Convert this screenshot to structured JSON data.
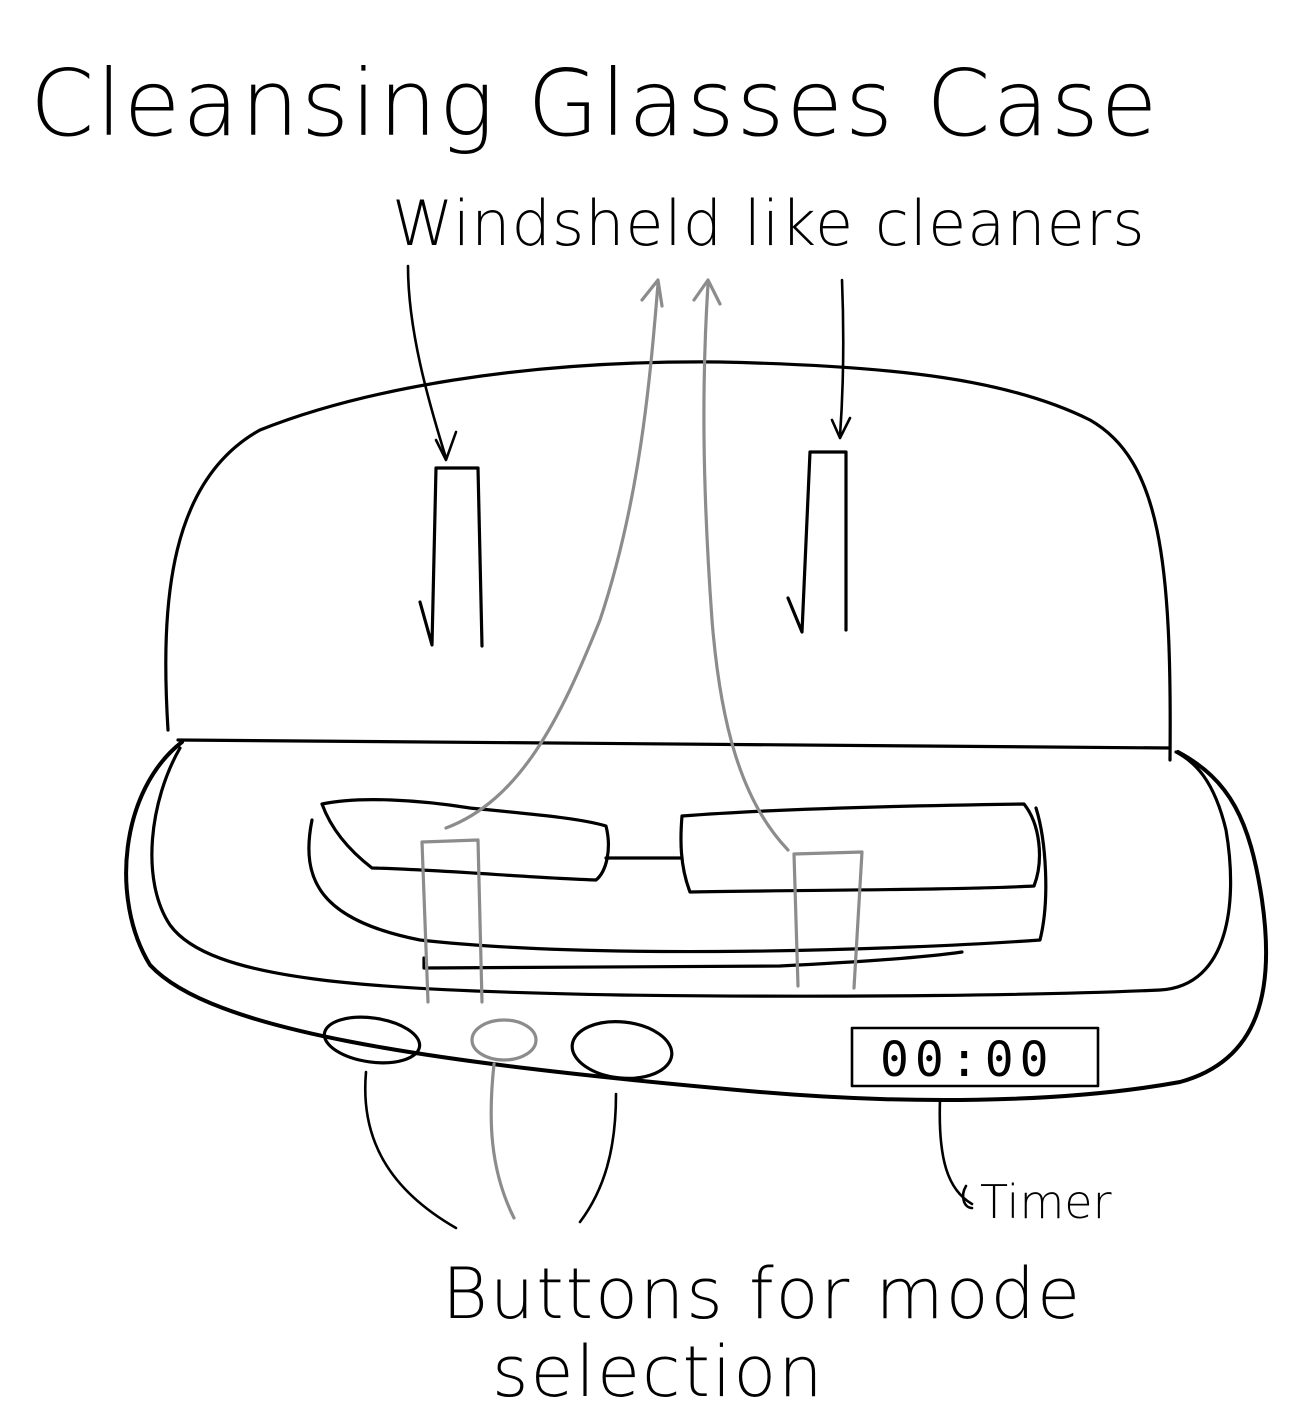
{
  "title": "Cleansing Glasses Case",
  "labels": {
    "wipers": "Windsheld like cleaners",
    "buttons_line1": "Buttons for mode",
    "buttons_line2": "selection",
    "timer": "Timer"
  },
  "timer_display": "00:00",
  "colors": {
    "ink": "#000000",
    "secondary_ink": "#8c8c8c",
    "paper": "#ffffff"
  }
}
